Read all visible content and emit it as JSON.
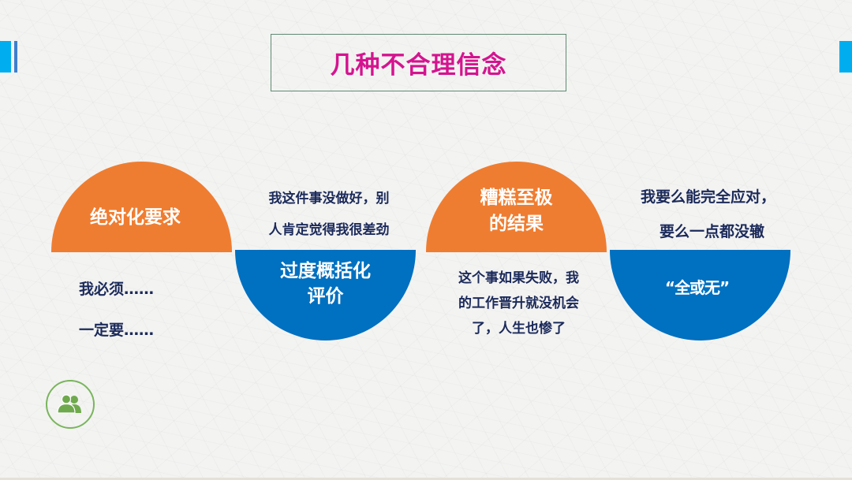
{
  "slide": {
    "title": "几种不合理信念",
    "colors": {
      "title": "#d4148f",
      "orange": "#ef7d31",
      "blue": "#0070c0",
      "body_text": "#1b2a5a",
      "accent_bar": "#00aeef",
      "icon_green": "#7ab55c"
    }
  },
  "beliefs": [
    {
      "label": "绝对化要求",
      "shape": "orange-semicircle-top",
      "example_lines": [
        "我必须……",
        "一定要……"
      ]
    },
    {
      "label_lines": [
        "过度概括化",
        "评价"
      ],
      "shape": "blue-semicircle-bottom",
      "example_lines": [
        "我这件事没做好，别",
        "人肯定觉得我很差劲"
      ]
    },
    {
      "label_lines": [
        "糟糕至极",
        "的结果"
      ],
      "shape": "orange-semicircle-top",
      "example_lines": [
        "这个事如果失败，我",
        "的工作晋升就没机会",
        "了，人生也惨了"
      ]
    },
    {
      "label": "“全或无”",
      "shape": "blue-semicircle-bottom",
      "example_lines": [
        "我要么能完全应对，",
        "要么一点都没辙"
      ]
    }
  ],
  "footer_icon": "users-icon"
}
